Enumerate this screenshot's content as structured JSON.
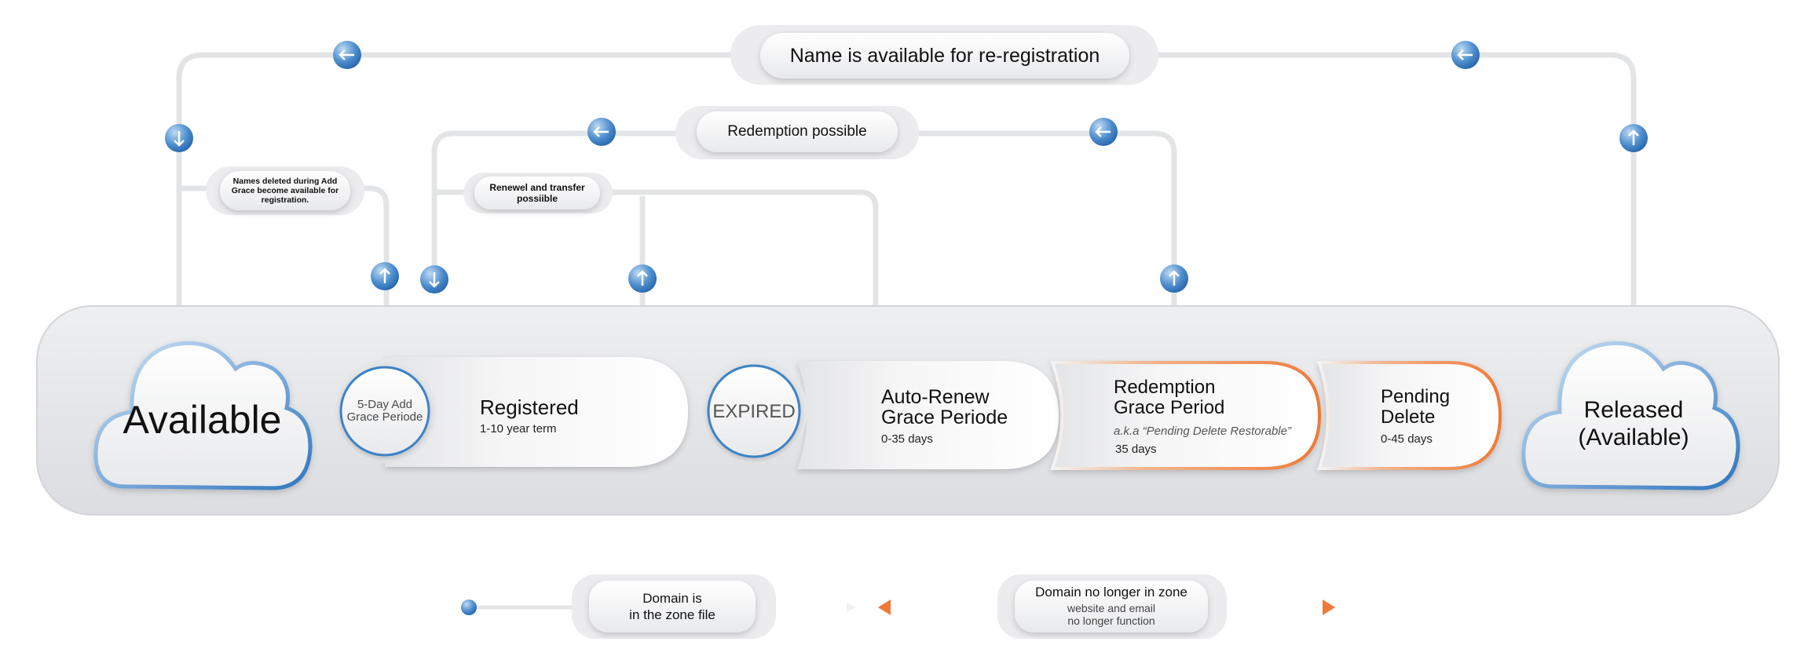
{
  "colors": {
    "accent_blue": "#2f77bf",
    "accent_orange": "#ee7a38",
    "line_gray": "#e3e4e6",
    "panel_gray": "#e9eaec"
  },
  "top_labels": {
    "reregistration": "Name is available for re-registration",
    "redemption": "Redemption possible",
    "add_grace_note": "Names deleted during Add Grace become available for registration.",
    "renewal_note": "Renewel and transfer possiible"
  },
  "stages": {
    "available": {
      "label": "Available"
    },
    "add_grace": {
      "label": "5-Day Add Grace Periode"
    },
    "registered": {
      "title": "Registered",
      "sub": "1-10 year term"
    },
    "expired": {
      "label": "EXPIRED"
    },
    "auto_renew": {
      "title_1": "Auto-Renew",
      "title_2": "Grace Periode",
      "sub": "0-35 days"
    },
    "redemption": {
      "title_1": "Redemption",
      "title_2": "Grace Period",
      "aka": "a.k.a “Pending Delete Restorable”",
      "sub": "35 days"
    },
    "pending_delete": {
      "title_1": "Pending",
      "title_2": "Delete",
      "sub": "0-45 days"
    },
    "released": {
      "line_1": "Released",
      "line_2": "(Available)"
    }
  },
  "legend": {
    "in_zone_1": "Domain is",
    "in_zone_2": "in the zone file",
    "no_zone_title": "Domain no longer in zone",
    "no_zone_sub_1": "website and email",
    "no_zone_sub_2": "no longer function"
  },
  "icons": {
    "arrow_left": "arrow-left-icon",
    "arrow_down": "arrow-down-icon",
    "arrow_up": "arrow-up-icon",
    "cloud": "cloud-icon"
  }
}
